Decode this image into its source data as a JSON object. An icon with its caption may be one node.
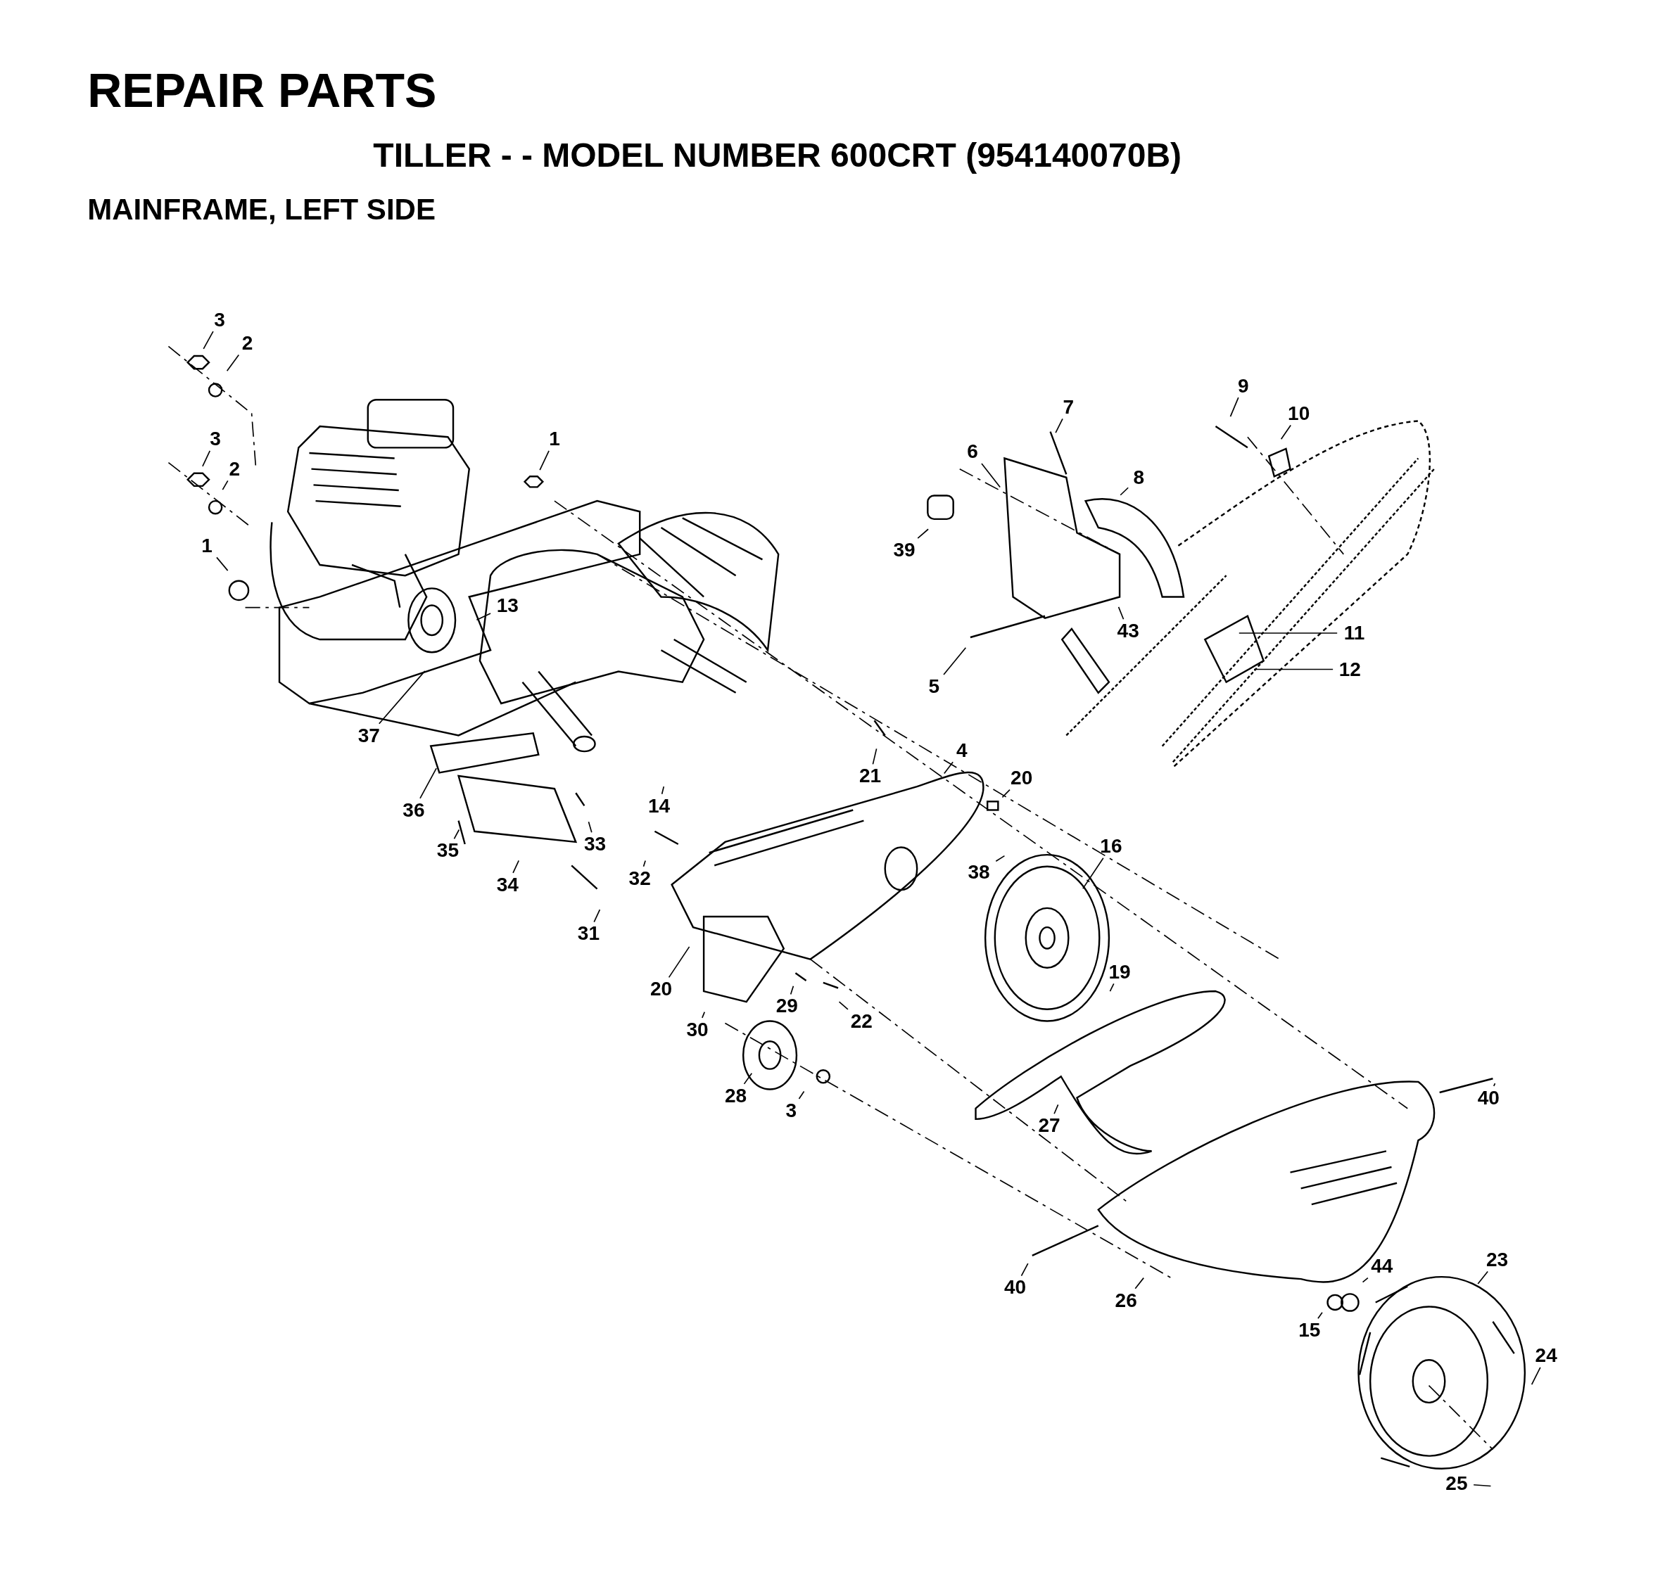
{
  "diagram": {
    "title": "REPAIR PARTS",
    "nodes": [
      {
        "text": [
          "3"
        ]
      },
      {
        "text": [
          "2"
        ]
      },
      {
        "text": [
          "3"
        ]
      },
      {
        "text": [
          "2"
        ]
      },
      {
        "text": [
          "1"
        ]
      },
      {
        "text": [
          "1"
        ]
      },
      {
        "text": [
          "13"
        ]
      },
      {
        "text": [
          "37"
        ]
      },
      {
        "text": [
          "36"
        ]
      },
      {
        "text": [
          "35"
        ]
      },
      {
        "text": [
          "34"
        ]
      },
      {
        "text": [
          "33"
        ]
      },
      {
        "text": [
          "32"
        ]
      },
      {
        "text": [
          "31"
        ]
      },
      {
        "text": [
          "14"
        ]
      },
      {
        "text": [
          "21"
        ]
      },
      {
        "text": [
          "4"
        ]
      },
      {
        "text": [
          "20"
        ]
      },
      {
        "text": [
          "38"
        ]
      },
      {
        "text": [
          "16"
        ]
      },
      {
        "text": [
          "19"
        ]
      },
      {
        "text": [
          "20"
        ]
      },
      {
        "text": [
          "29"
        ]
      },
      {
        "text": [
          "22"
        ]
      },
      {
        "text": [
          "30"
        ]
      },
      {
        "text": [
          "28"
        ]
      },
      {
        "text": [
          "3"
        ]
      },
      {
        "text": [
          "27"
        ]
      },
      {
        "text": [
          "40"
        ]
      },
      {
        "text": [
          "40"
        ]
      },
      {
        "text": [
          "26"
        ]
      },
      {
        "text": [
          "15"
        ]
      },
      {
        "text": [
          "44"
        ]
      },
      {
        "text": [
          "23"
        ]
      },
      {
        "text": [
          "24"
        ]
      },
      {
        "text": [
          "25"
        ]
      },
      {
        "text": [
          "7"
        ]
      },
      {
        "text": [
          "6"
        ]
      },
      {
        "text": [
          "8"
        ]
      },
      {
        "text": [
          "39"
        ]
      },
      {
        "text": [
          "5"
        ]
      },
      {
        "text": [
          "43"
        ]
      },
      {
        "text": [
          "9"
        ]
      },
      {
        "text": [
          "10"
        ]
      },
      {
        "text": [
          "11"
        ]
      },
      {
        "text": [
          "12"
        ]
      }
    ],
    "edges": [
      {
        "from": 0,
        "to": null,
        "arrow": "none"
      },
      {
        "from": 1,
        "to": null,
        "arrow": "none"
      },
      {
        "from": 2,
        "to": null,
        "arrow": "none"
      },
      {
        "from": 3,
        "to": null,
        "arrow": "none"
      },
      {
        "from": 4,
        "to": null,
        "arrow": "none"
      },
      {
        "from": 5,
        "to": null,
        "arrow": "none"
      },
      {
        "from": 6,
        "to": null,
        "arrow": "none"
      },
      {
        "from": 7,
        "to": null,
        "arrow": "none"
      },
      {
        "from": 8,
        "to": null,
        "arrow": "none"
      },
      {
        "from": 9,
        "to": null,
        "arrow": "none"
      },
      {
        "from": 10,
        "to": null,
        "arrow": "none"
      },
      {
        "from": 11,
        "to": null,
        "arrow": "none"
      },
      {
        "from": 12,
        "to": null,
        "arrow": "none"
      },
      {
        "from": 13,
        "to": null,
        "arrow": "none"
      },
      {
        "from": 14,
        "to": null,
        "arrow": "none"
      },
      {
        "from": 15,
        "to": null,
        "arrow": "none"
      },
      {
        "from": 16,
        "to": null,
        "arrow": "none"
      },
      {
        "from": 17,
        "to": null,
        "arrow": "none"
      },
      {
        "from": 18,
        "to": null,
        "arrow": "none"
      },
      {
        "from": 19,
        "to": null,
        "arrow": "none"
      },
      {
        "from": 20,
        "to": null,
        "arrow": "none"
      },
      {
        "from": 21,
        "to": null,
        "arrow": "none"
      },
      {
        "from": 22,
        "to": null,
        "arrow": "none"
      },
      {
        "from": 23,
        "to": null,
        "arrow": "none"
      },
      {
        "from": 24,
        "to": null,
        "arrow": "none"
      },
      {
        "from": 25,
        "to": null,
        "arrow": "none"
      },
      {
        "from": 26,
        "to": null,
        "arrow": "none"
      },
      {
        "from": 27,
        "to": null,
        "arrow": "none"
      },
      {
        "from": 28,
        "to": null,
        "arrow": "none"
      },
      {
        "from": 29,
        "to": null,
        "arrow": "none"
      },
      {
        "from": 30,
        "to": null,
        "arrow": "none"
      },
      {
        "from": 31,
        "to": null,
        "arrow": "none"
      },
      {
        "from": 32,
        "to": null,
        "arrow": "none"
      },
      {
        "from": 33,
        "to": null,
        "arrow": "none"
      },
      {
        "from": 34,
        "to": null,
        "arrow": "none"
      },
      {
        "from": 35,
        "to": null,
        "arrow": "none"
      },
      {
        "from": 36,
        "to": null,
        "arrow": "none"
      },
      {
        "from": 37,
        "to": null,
        "arrow": "none"
      },
      {
        "from": 38,
        "to": null,
        "arrow": "none"
      },
      {
        "from": 39,
        "to": null,
        "arrow": "none"
      },
      {
        "from": 40,
        "to": null,
        "arrow": "none"
      },
      {
        "from": 41,
        "to": null,
        "arrow": "none"
      },
      {
        "from": 42,
        "to": null,
        "arrow": "none"
      },
      {
        "from": 43,
        "to": null,
        "arrow": "none"
      },
      {
        "from": 44,
        "to": null,
        "arrow": "none"
      },
      {
        "from": 45,
        "to": null,
        "arrow": "none"
      }
    ],
    "labels": [
      "TILLER - - MODEL NUMBER 600CRT (954140070B)",
      "MAINFRAME, LEFT SIDE"
    ]
  }
}
